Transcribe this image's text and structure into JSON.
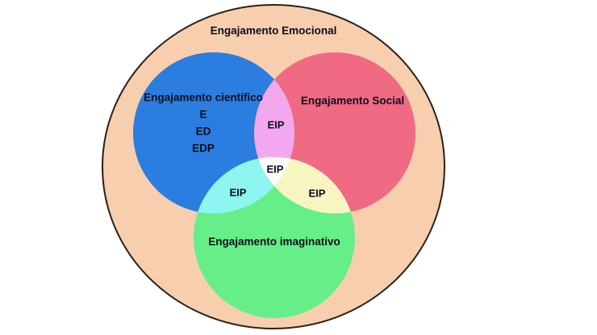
{
  "figure": {
    "type": "venn-diagram",
    "sets_count": 3,
    "background_color": "#ffffff"
  },
  "outer": {
    "label": "Engajamento Emocional",
    "fill_color": "#f7cfae",
    "stroke_color": "#2b2118"
  },
  "sets": [
    {
      "id": "cientifico",
      "label": "Engajamento científico",
      "fill_color": "#2b7de0",
      "codes": [
        "E",
        "ED",
        "EDP"
      ]
    },
    {
      "id": "social",
      "label": "Engajamento Social",
      "fill_color": "#ef6a82",
      "codes": []
    },
    {
      "id": "imaginativo",
      "label": "Engajamento imaginativo",
      "fill_color": "#66ee88",
      "codes": []
    }
  ],
  "intersections": [
    {
      "id": "cientifico-social",
      "label": "EIP",
      "fill_color": "#f2a8ef"
    },
    {
      "id": "cientifico-imaginativo",
      "label": "EIP",
      "fill_color": "#8ef5f0"
    },
    {
      "id": "social-imaginativo",
      "label": "EIP",
      "fill_color": "#f7f5c0"
    },
    {
      "id": "center-all-three",
      "label": "EIP",
      "fill_color": "#fdfdf8"
    }
  ],
  "codes": {
    "e": "E",
    "ed": "ED",
    "edp": "EDP"
  },
  "chart_data": {
    "type": "diagram",
    "title": "Engajamento Emocional",
    "sets": [
      "Engajamento científico",
      "Engajamento Social",
      "Engajamento imaginativo"
    ],
    "region_labels": [
      "E",
      "ED",
      "EDP",
      "EIP",
      "EIP",
      "EIP",
      "EIP"
    ]
  }
}
